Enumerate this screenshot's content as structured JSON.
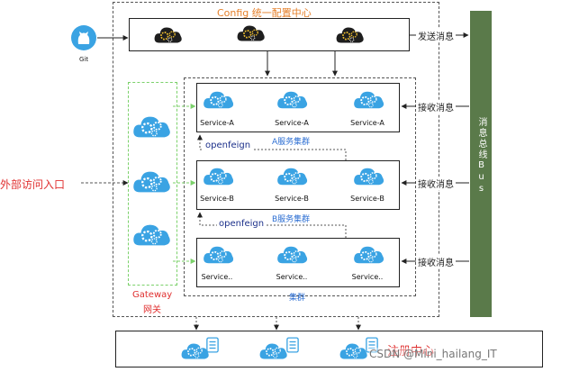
{
  "config_center": {
    "title": "Config 统一配置中心"
  },
  "git": {
    "label": "Git"
  },
  "external_entry": {
    "label": "外部访问入口"
  },
  "gateway": {
    "label_line1": "Gateway",
    "label_line2": "网关"
  },
  "bus": {
    "label": "消息总线Bus"
  },
  "messages": {
    "send": "发送消息",
    "receive_a": "接收消息",
    "receive_b": "接收消息",
    "receive_c": "接收消息"
  },
  "clusters": {
    "a": {
      "name": "A服务集群",
      "services": [
        "Service-A",
        "Service-A",
        "Service-A"
      ]
    },
    "b": {
      "name": "B服务集群",
      "services": [
        "Service-B",
        "Service-B",
        "Service-B"
      ]
    },
    "c": {
      "name": "集群",
      "services": [
        "Service..",
        "Service..",
        "Service.."
      ]
    }
  },
  "openfeign": {
    "label_1": "openfeign",
    "label_2": "openfeign"
  },
  "registry": {
    "label": "注册中心"
  },
  "watermark": "CSDN @Mini_hailang_IT",
  "colors": {
    "cloud_blue": "#3aa3e3",
    "cloud_dark": "#1e1e1e",
    "bus_green": "#5a7a4a",
    "gateway_green": "#7bd16a"
  }
}
